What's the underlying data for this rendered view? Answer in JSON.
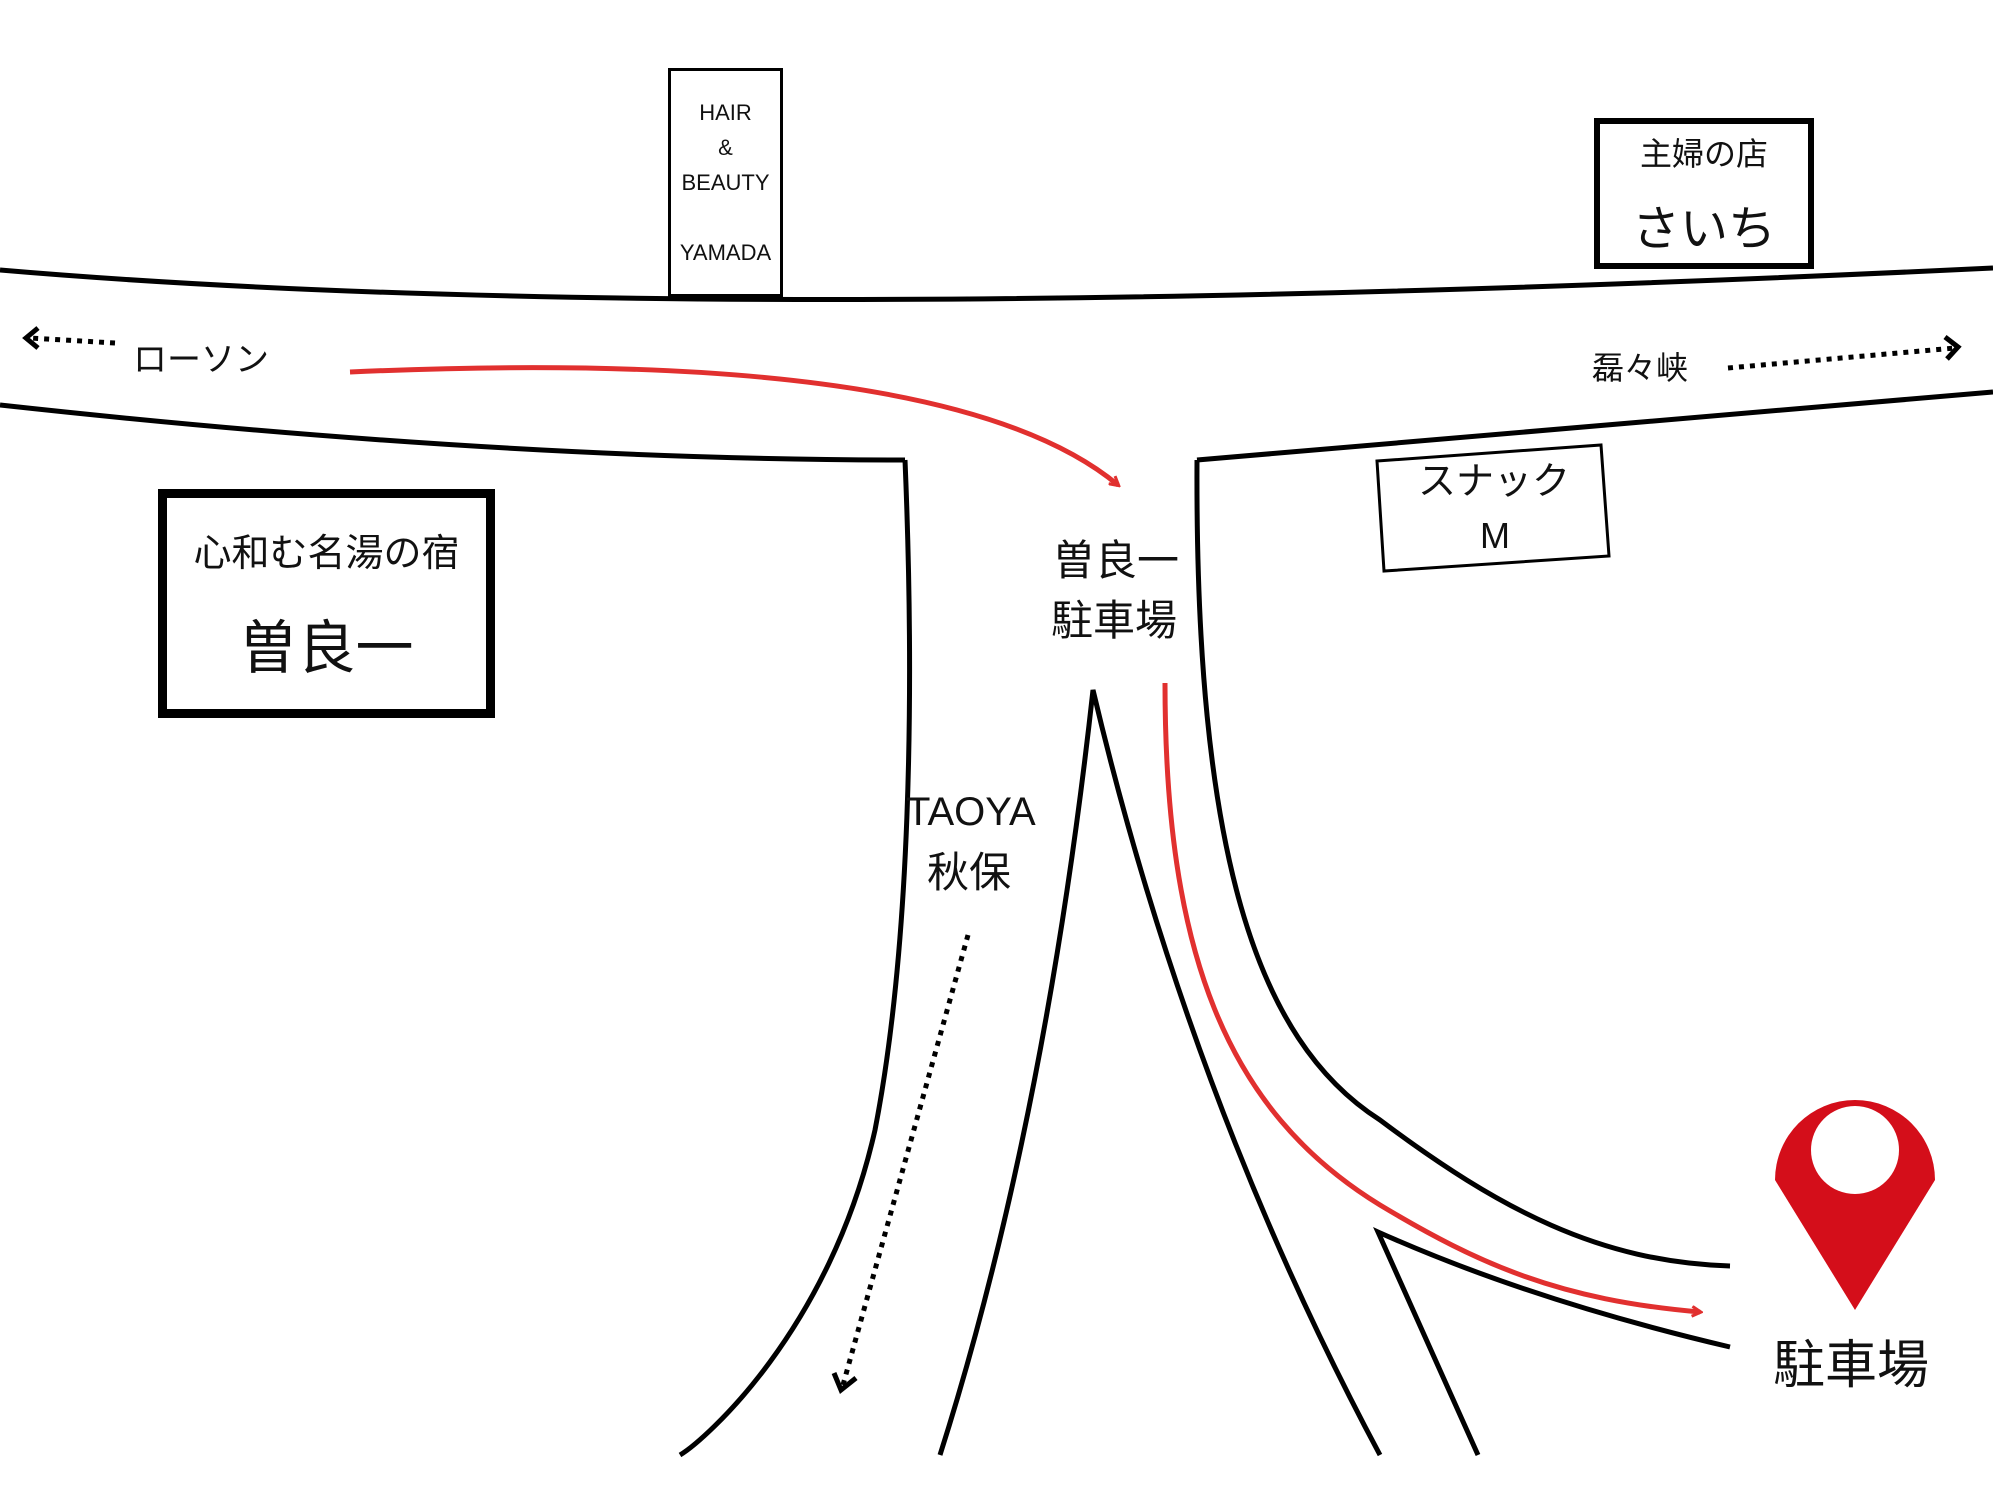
{
  "shops": {
    "hair": {
      "lines": [
        "HAIR",
        "&",
        "BEAUTY",
        "",
        "YAMADA"
      ]
    },
    "saichi": {
      "line1": "主婦の店",
      "line2": "さいち"
    },
    "snack": {
      "line1": "スナック",
      "line2": "M"
    }
  },
  "hotel": {
    "line1": "心和む名湯の宿",
    "line2": "曽良一"
  },
  "directions": {
    "left": "ローソン",
    "right": "磊々峡",
    "down_line1": "TAOYA",
    "down_line2": "秋保"
  },
  "parking_sign": {
    "line1": "曽良一",
    "line2": "駐車場"
  },
  "destination": {
    "label": "駐車場",
    "pin_icon": "map-pin-icon",
    "pin_color": "#d40e1a"
  },
  "colors": {
    "road": "#000000",
    "route": "#e1302f",
    "pin": "#d40e1a"
  }
}
